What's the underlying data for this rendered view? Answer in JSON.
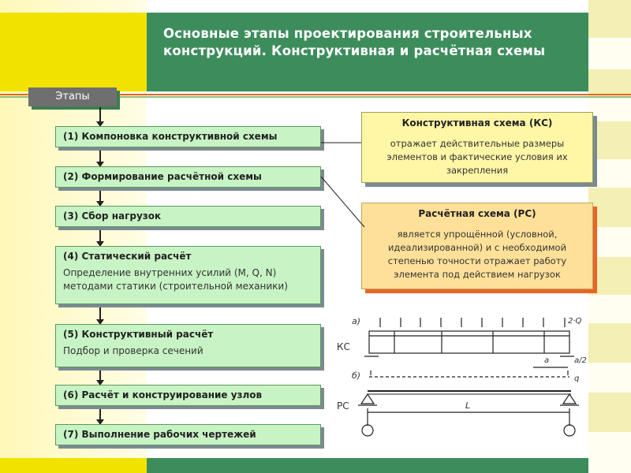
{
  "title": "Основные этапы проектирования строительных конструкций. Конструктивная и расчётная схемы",
  "etapy_label": "Этапы",
  "steps": [
    {
      "title": "(1) Компоновка конструктивной схемы",
      "desc": ""
    },
    {
      "title": "(2) Формирование расчётной схемы",
      "desc": ""
    },
    {
      "title": "(3) Сбор нагрузок",
      "desc": ""
    },
    {
      "title": "(4) Статический расчёт",
      "desc": "Определение внутренних усилий (M, Q, N) методами статики (строительной механики)"
    },
    {
      "title": "(5) Конструктивный расчёт",
      "desc": "Подбор и проверка сечений"
    },
    {
      "title": "(6) Расчёт и конструирование узлов",
      "desc": ""
    },
    {
      "title": "(7) Выполнение рабочих чертежей",
      "desc": ""
    }
  ],
  "ks": {
    "title": "Конструктивная схема (КС)",
    "text": "отражает действительные размеры элементов и фактические условия их закрепления"
  },
  "rs": {
    "title": "Расчётная схема (РС)",
    "text": "является упрощённой (условной, идеализированной) и с необходимой степенью точности отражает работу элемента под действием нагрузок"
  },
  "drawing": {
    "label_ks": "КС",
    "label_rs": "РС",
    "mark_a": "а)",
    "mark_b": "б)",
    "load_label": "2·Q",
    "dim_a": "a",
    "dim_a2": "a/2",
    "q_label": "q",
    "span_label": "L"
  },
  "colors": {
    "header_green": "#3d8d5c",
    "accent_yellow": "#f2e200",
    "accent_red": "#e06a1e",
    "step_fill": "#c8f3c4"
  }
}
